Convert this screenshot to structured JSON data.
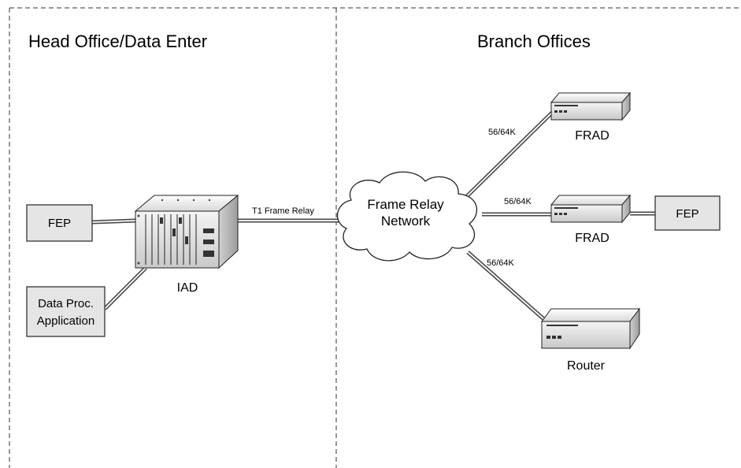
{
  "sections": {
    "head_office": "Head Office/Data Enter",
    "branch_offices": "Branch Offices"
  },
  "nodes": {
    "fep_left": "FEP",
    "data_proc_line1": "Data Proc.",
    "data_proc_line2": "Application",
    "iad": "IAD",
    "cloud_line1": "Frame Relay",
    "cloud_line2": "Network",
    "frad_top": "FRAD",
    "frad_mid": "FRAD",
    "fep_right": "FEP",
    "router": "Router"
  },
  "links": {
    "t1": "T1 Frame Relay",
    "speed_top": "56/64K",
    "speed_mid": "56/64K",
    "speed_bottom": "56/64K"
  }
}
